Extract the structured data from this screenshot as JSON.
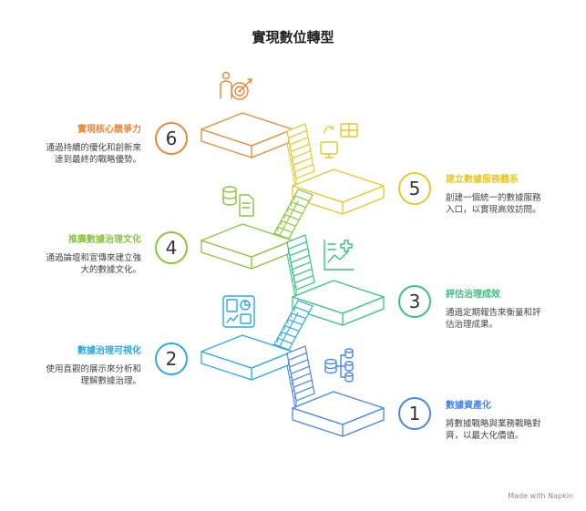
{
  "title": "實現數位轉型",
  "steps": [
    {
      "number": "1",
      "title": "數據資產化",
      "description": "將數據戰略與業務戰略對齊，以最大化價值。",
      "color": "#4a86e8",
      "icon": "database-stack-icon",
      "side": "right"
    },
    {
      "number": "2",
      "title": "數據治理可視化",
      "description": "使用直觀的展示來分析和理解數據治理。",
      "color": "#29abe2",
      "icon": "dashboard-icon",
      "side": "left"
    },
    {
      "number": "3",
      "title": "評估治理成效",
      "description": "通過定期報告來衡量和評估治理成果。",
      "color": "#37c47e",
      "icon": "chart-plus-icon",
      "side": "right"
    },
    {
      "number": "4",
      "title": "推廣數據治理文化",
      "description": "通過論壇和宣傳來建立強大的數據文化。",
      "color": "#8cc43f",
      "icon": "database-document-icon",
      "side": "left"
    },
    {
      "number": "5",
      "title": "建立數據服務體系",
      "description": "創建一個統一的數據服務入口，以實現高效訪問。",
      "color": "#e6c92b",
      "icon": "monitor-grid-icon",
      "side": "right"
    },
    {
      "number": "6",
      "title": "實現核心競爭力",
      "description": "通過持續的優化和創新來達到最終的戰略優勢。",
      "color": "#e8873a",
      "icon": "person-target-icon",
      "side": "left"
    }
  ],
  "footer": "Made with  Napkin"
}
